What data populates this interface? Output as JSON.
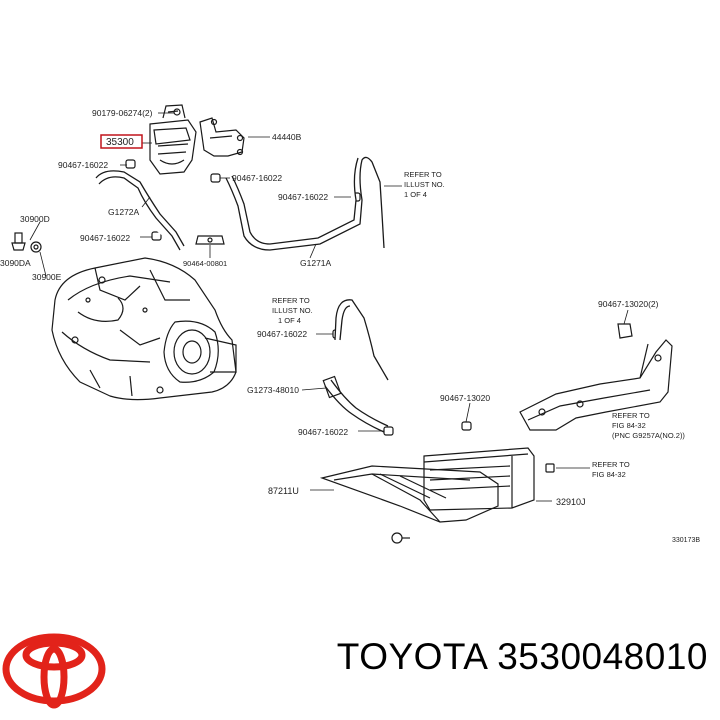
{
  "callouts": {
    "c1": "90179-06274(2)",
    "c2": "35300",
    "c3": "44440B",
    "c4": "90467-16022",
    "c5": "90467-16022",
    "c6": "90467-16022",
    "c7": "G1272A",
    "c8": "30900D",
    "c9": "90467-16022",
    "c10": "3090DA",
    "c11": "30900E",
    "c12": "90464-00801",
    "c13": "G1271A",
    "c14": "90467-16022",
    "c15": "90467-13020(2)",
    "c16": "G1273-48010",
    "c17": "90467-13020",
    "c18": "90467-16022",
    "c19": "87211U",
    "c20": "32910J",
    "code": "330173B"
  },
  "refs": {
    "r1": [
      "REFER TO",
      "ILLUST NO.",
      "1 OF 4"
    ],
    "r2": [
      "REFER TO",
      "ILLUST NO.",
      "1 OF 4"
    ],
    "r3": [
      "REFER TO",
      "FIG 84-32",
      "(PNC G9257A(NO.2))"
    ],
    "r4": [
      "REFER TO",
      "FIG 84-32"
    ]
  },
  "footer": {
    "caption": "TOYOTA 3530048010",
    "logo_color": "#e2231a"
  }
}
